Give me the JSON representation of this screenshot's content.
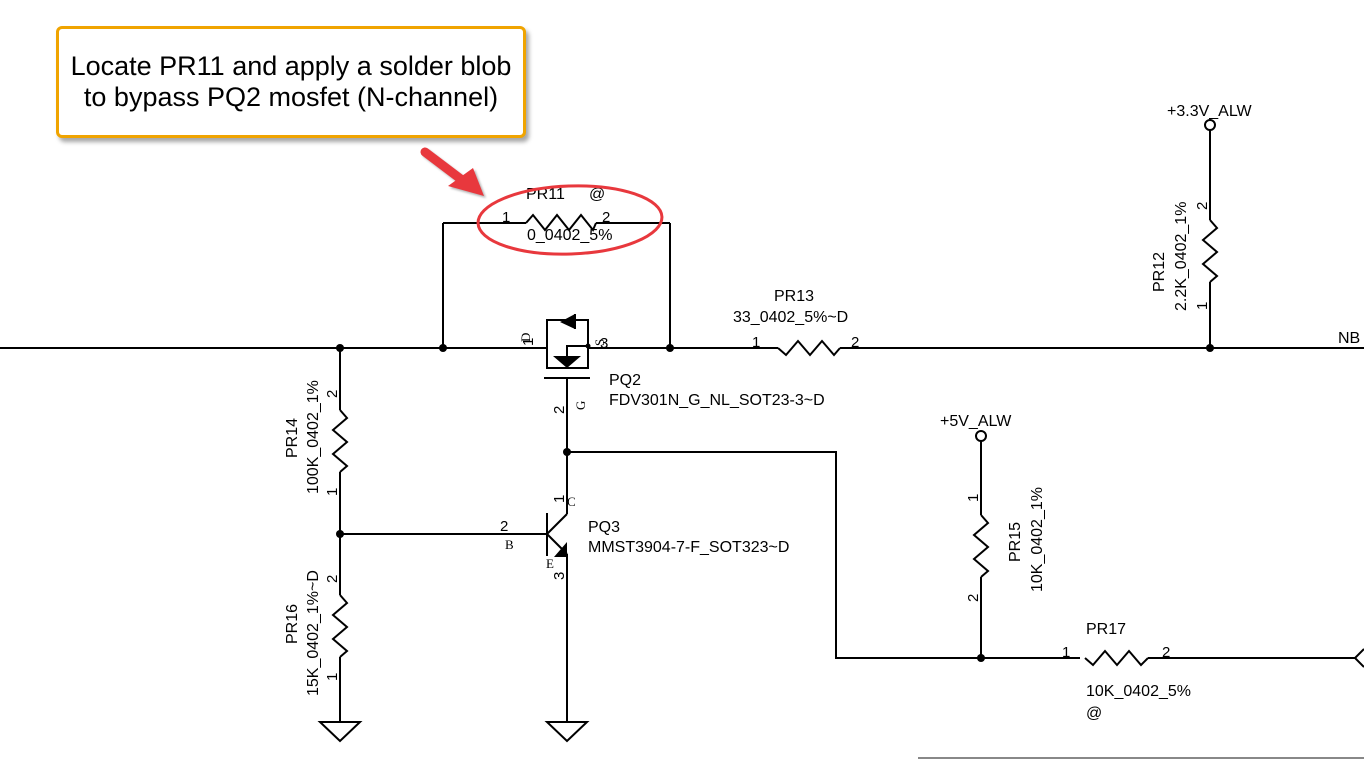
{
  "callout": {
    "text": "Locate PR11 and apply a solder blob to bypass PQ2 mosfet (N-channel)",
    "border_color": "#f0a400",
    "highlight_color": "#e8383d"
  },
  "nets": {
    "v33": "+3.3V_ALW",
    "v5": "+5V_ALW",
    "nb": "NB"
  },
  "components": {
    "pr11": {
      "ref": "PR11",
      "value": "0_0402_5%",
      "marker": "@",
      "pin1": "1",
      "pin2": "2"
    },
    "pr12": {
      "ref": "PR12",
      "value": "2.2K_0402_1%",
      "pin1": "1",
      "pin2": "2"
    },
    "pr13": {
      "ref": "PR13",
      "value": "33_0402_5%~D",
      "pin1": "1",
      "pin2": "2"
    },
    "pr14": {
      "ref": "PR14",
      "value": "100K_0402_1%",
      "pin1": "1",
      "pin2": "2"
    },
    "pr15": {
      "ref": "PR15",
      "value": "10K_0402_1%",
      "pin1": "1",
      "pin2": "2"
    },
    "pr16": {
      "ref": "PR16",
      "value": "15K_0402_1%~D",
      "pin1": "1",
      "pin2": "2"
    },
    "pr17": {
      "ref": "PR17",
      "value": "10K_0402_5%",
      "marker": "@",
      "pin1": "1",
      "pin2": "2"
    },
    "pq2": {
      "ref": "PQ2",
      "value": "FDV301N_G_NL_SOT23-3~D",
      "pin_d": "1",
      "pin_s": "3",
      "pin_g": "2",
      "label_d": "D",
      "label_s": "S",
      "label_g": "G"
    },
    "pq3": {
      "ref": "PQ3",
      "value": "MMST3904-7-F_SOT323~D",
      "pin_b": "2",
      "pin_c": "1",
      "pin_e": "3",
      "label_b": "B",
      "label_c": "C",
      "label_e": "E"
    }
  }
}
